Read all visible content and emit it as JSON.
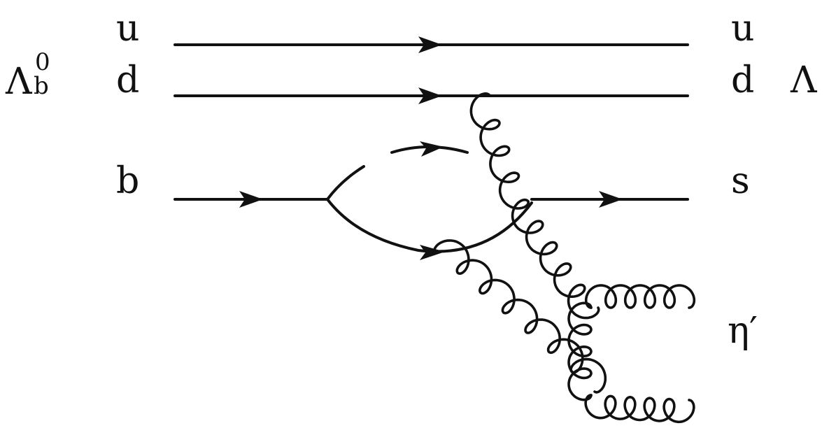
{
  "labels": {
    "initial_hadron": "Λ",
    "initial_hadron_subscript": "b",
    "initial_hadron_superscript": "0",
    "u_in": "u",
    "d_in": "d",
    "b_in": "b",
    "u_out": "u",
    "d_out": "d",
    "final_hadron": "Λ",
    "s_out": "s",
    "meson": "η′"
  }
}
